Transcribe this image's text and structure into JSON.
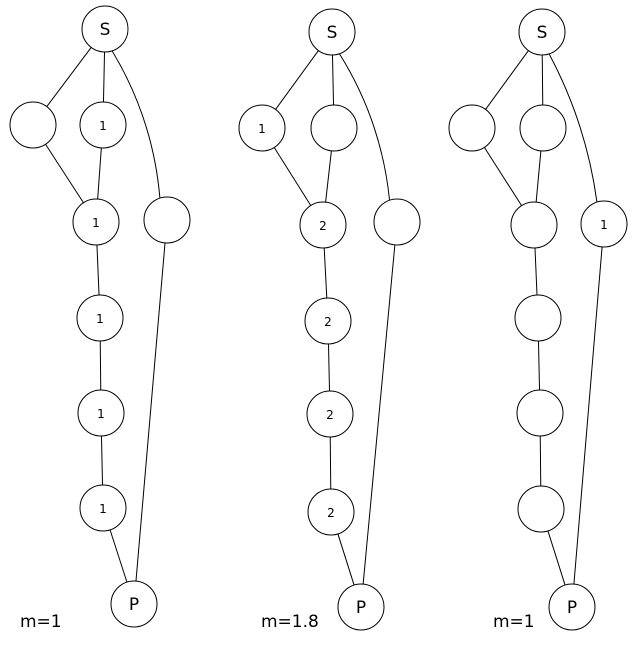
{
  "diagrams": [
    {
      "caption": "m=1",
      "nodes": [
        {
          "id": "S",
          "label": "S"
        },
        {
          "id": "a",
          "label": ""
        },
        {
          "id": "b",
          "label": "1"
        },
        {
          "id": "c",
          "label": "1"
        },
        {
          "id": "d",
          "label": ""
        },
        {
          "id": "e",
          "label": "1"
        },
        {
          "id": "f",
          "label": "1"
        },
        {
          "id": "g",
          "label": "1"
        },
        {
          "id": "P",
          "label": "P"
        }
      ],
      "edges": [
        [
          "S",
          "a"
        ],
        [
          "S",
          "b"
        ],
        [
          "S",
          "d"
        ],
        [
          "a",
          "c"
        ],
        [
          "b",
          "c"
        ],
        [
          "c",
          "e"
        ],
        [
          "e",
          "f"
        ],
        [
          "f",
          "g"
        ],
        [
          "g",
          "P"
        ],
        [
          "d",
          "P"
        ]
      ]
    },
    {
      "caption": "m=1.8",
      "nodes": [
        {
          "id": "S",
          "label": "S"
        },
        {
          "id": "a",
          "label": "1"
        },
        {
          "id": "b",
          "label": ""
        },
        {
          "id": "c",
          "label": "2"
        },
        {
          "id": "d",
          "label": ""
        },
        {
          "id": "e",
          "label": "2"
        },
        {
          "id": "f",
          "label": "2"
        },
        {
          "id": "g",
          "label": "2"
        },
        {
          "id": "P",
          "label": "P"
        }
      ],
      "edges": [
        [
          "S",
          "a"
        ],
        [
          "S",
          "b"
        ],
        [
          "S",
          "d"
        ],
        [
          "a",
          "c"
        ],
        [
          "b",
          "c"
        ],
        [
          "c",
          "e"
        ],
        [
          "e",
          "f"
        ],
        [
          "f",
          "g"
        ],
        [
          "g",
          "P"
        ],
        [
          "d",
          "P"
        ]
      ]
    },
    {
      "caption": "m=1",
      "nodes": [
        {
          "id": "S",
          "label": "S"
        },
        {
          "id": "a",
          "label": ""
        },
        {
          "id": "b",
          "label": ""
        },
        {
          "id": "c",
          "label": ""
        },
        {
          "id": "d",
          "label": "1"
        },
        {
          "id": "e",
          "label": ""
        },
        {
          "id": "f",
          "label": ""
        },
        {
          "id": "g",
          "label": ""
        },
        {
          "id": "P",
          "label": "P"
        }
      ],
      "edges": [
        [
          "S",
          "a"
        ],
        [
          "S",
          "b"
        ],
        [
          "S",
          "d"
        ],
        [
          "a",
          "c"
        ],
        [
          "b",
          "c"
        ],
        [
          "c",
          "e"
        ],
        [
          "e",
          "f"
        ],
        [
          "f",
          "g"
        ],
        [
          "g",
          "P"
        ],
        [
          "d",
          "P"
        ]
      ]
    }
  ]
}
